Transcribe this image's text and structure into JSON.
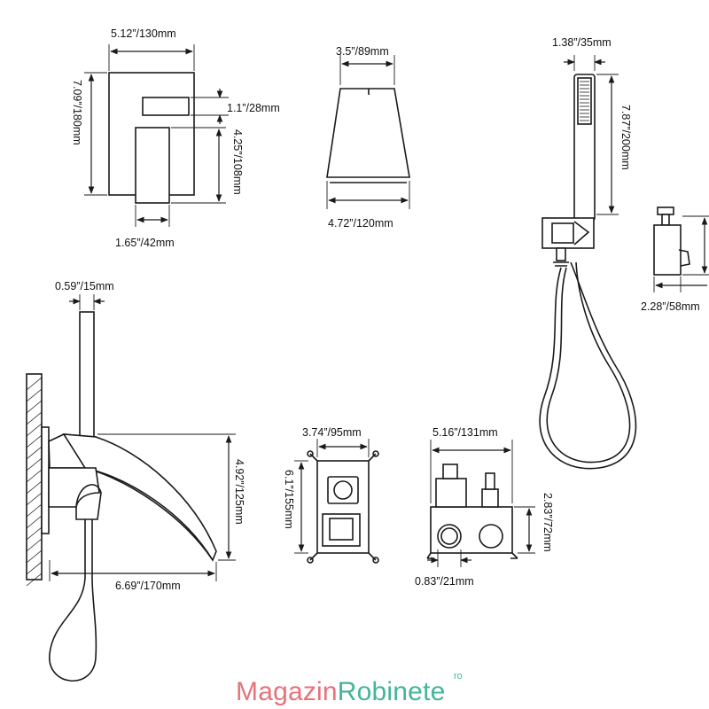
{
  "dimensions": {
    "mixer_width": "5.12”/130mm",
    "mixer_height": "7.09”/180mm",
    "handle_offset": "1.1”/28mm",
    "handle_height": "4.25”/108mm",
    "handle_width": "1.65”/42mm",
    "cone_top": "3.5”/89mm",
    "cone_bottom": "4.72”/120mm",
    "handshower_width": "1.38”/35mm",
    "handshower_length": "7.87”/200mm",
    "bracket_width": "2.28”/58mm",
    "spout_pipe": "0.59”/15mm",
    "spout_drop": "4.92”/125mm",
    "spout_reach": "6.69”/170mm",
    "box_width": "3.74”/95mm",
    "box_height": "6.1”/155mm",
    "valve_width": "5.16”/131mm",
    "valve_height": "2.83”/72mm",
    "valve_port": "0.83”/21mm"
  },
  "watermark": {
    "part1": "Magazin",
    "part2": "Robinete",
    "suffix": "ro",
    "color1": "#e8727a",
    "color2": "#43b59a"
  },
  "colors": {
    "line": "#1a1a1a",
    "background": "#ffffff"
  }
}
